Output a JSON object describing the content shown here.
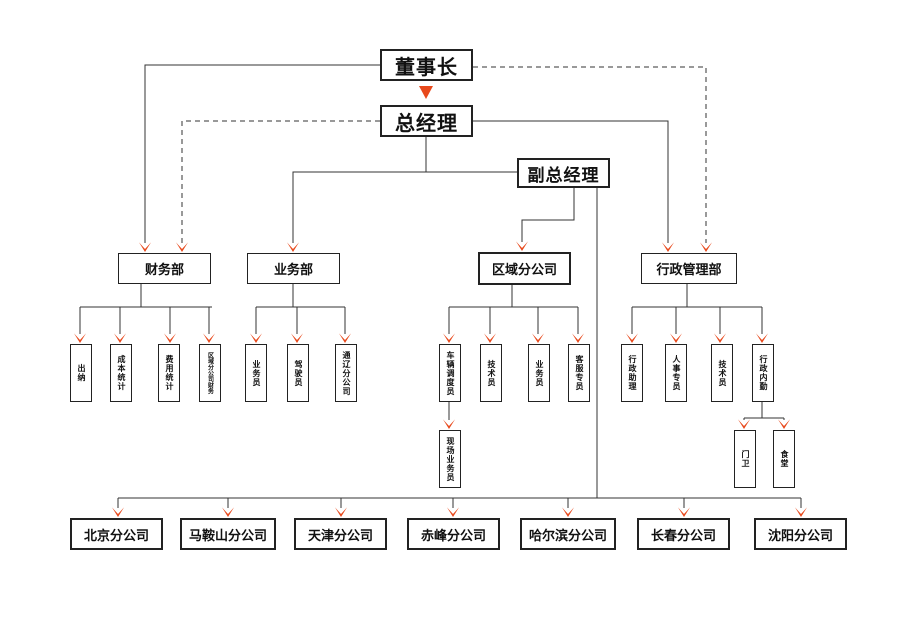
{
  "top": {
    "chairman": "董事长",
    "gm": "总经理",
    "deputy": "副总经理"
  },
  "depts": {
    "finance": "财务部",
    "business": "业务部",
    "regional": "区域分公司",
    "admin": "行政管理部"
  },
  "finance_units": [
    "出纳",
    "成本统计",
    "费用统计",
    "区域分公司财务"
  ],
  "business_units": [
    "业务员",
    "驾驶员",
    "通辽分公司"
  ],
  "regional_units": [
    "车辆调度员",
    "技术员",
    "业务员",
    "客服专员"
  ],
  "regional_sub": "现场业务员",
  "admin_units": [
    "行政助理",
    "人事专员",
    "技术员",
    "行政内勤"
  ],
  "admin_sub": [
    "门卫",
    "食堂"
  ],
  "branches": [
    "北京分公司",
    "马鞍山分公司",
    "天津分公司",
    "赤峰分公司",
    "哈尔滨分公司",
    "长春分公司",
    "沈阳分公司"
  ],
  "colors": {
    "arrow": "#e8491c",
    "line": "#333333"
  }
}
